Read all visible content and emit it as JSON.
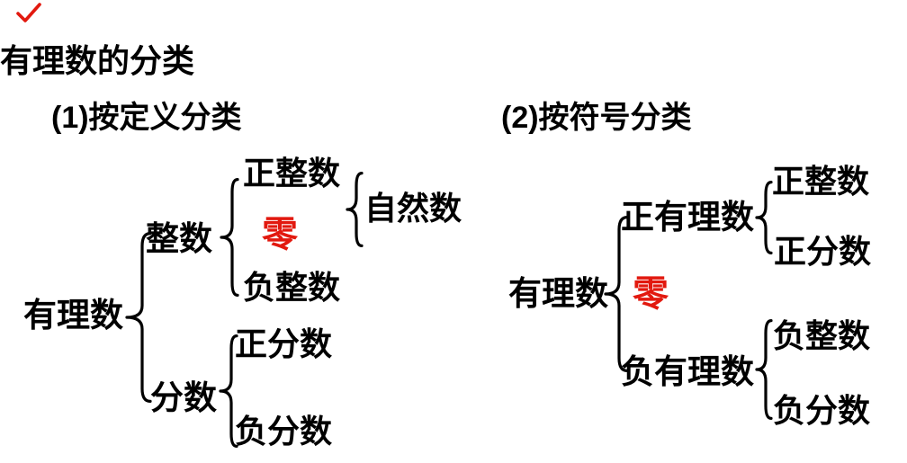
{
  "colors": {
    "background": "#ffffff",
    "text": "#000000",
    "zero_red": "#e2190f"
  },
  "icons": {
    "top_left_mark": "red-check-icon"
  },
  "title": "有理数的分类",
  "def": {
    "heading": "(1)按定义分类",
    "root": "有理数",
    "branch_integer": "整数",
    "positive_integer": "正整数",
    "zero": "零",
    "negative_integer": "负整数",
    "natural_number": "自然数",
    "branch_fraction": "分数",
    "positive_fraction": "正分数",
    "negative_fraction": "负分数"
  },
  "sign": {
    "heading": "(2)按符号分类",
    "root": "有理数",
    "branch_positive": "正有理数",
    "positive_integer": "正整数",
    "positive_fraction": "正分数",
    "zero": "零",
    "branch_negative": "负有理数",
    "negative_integer": "负整数",
    "negative_fraction": "负分数"
  }
}
